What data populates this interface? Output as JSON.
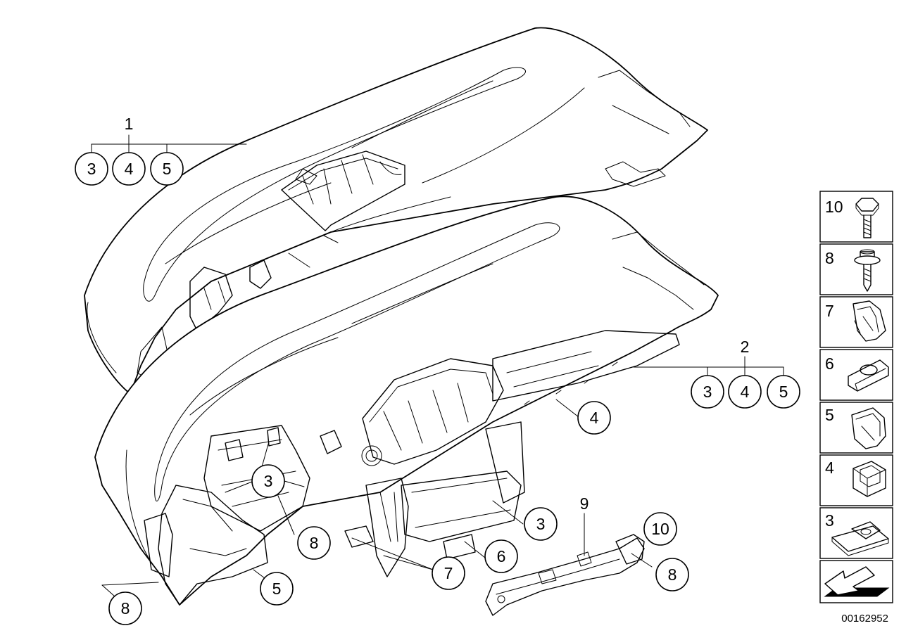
{
  "callouts": {
    "group1": {
      "label": "1",
      "items": [
        "3",
        "4",
        "5"
      ]
    },
    "group2": {
      "label": "2",
      "items": [
        "3",
        "4",
        "5"
      ]
    },
    "bracket_4": "4",
    "clips_3": "3",
    "screws_8": "8",
    "lower_3": "3",
    "clip_7": "7",
    "clip_6": "6",
    "side_5": "5",
    "side_8": "8",
    "bracket_9": "9",
    "bolt_10": "10",
    "bracket_8": "8"
  },
  "legend": [
    {
      "number": "10",
      "icon": "hex-bolt-icon"
    },
    {
      "number": "8",
      "icon": "screw-icon"
    },
    {
      "number": "7",
      "icon": "spring-clip-icon"
    },
    {
      "number": "6",
      "icon": "clip-nut-icon"
    },
    {
      "number": "5",
      "icon": "clip-icon"
    },
    {
      "number": "4",
      "icon": "square-nut-icon"
    },
    {
      "number": "3",
      "icon": "plate-nut-icon"
    }
  ],
  "legend_footer_icon": "arrow-icon",
  "document_number": "00162952"
}
